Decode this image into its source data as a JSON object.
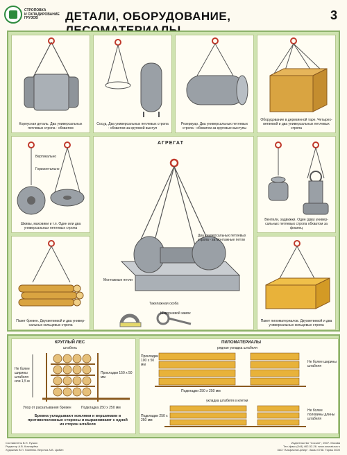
{
  "header": {
    "brand": "СТРОПОВКА\nИ СКЛАДИРОВАНИЕ\nГРУЗОВ",
    "title": "ДЕТАЛИ, ОБОРУДОВАНИЕ, ЛЕСОМАТЕРИАЛЫ",
    "page_number": "3"
  },
  "panels": {
    "body_part": "Корпусная деталь. Два универсальных петлевых стропа - обхватом",
    "vessel": "Сосуд. Два универсальных петлевых стропа - обхватом за круговой выступ",
    "tank": "Резервуар. Два универсальных петлевых стропа - обхватом за круговые выступы",
    "crate": "Оборудование в деревянной таре. Четырех-ветвевой и два универсальных петлевых стропа",
    "pulleys": "Шкивы, маховики и т.п. Один или два универсальных петлевых стропа",
    "pulleys_vertical": "Вертикально",
    "pulleys_horizontal": "Горизонтально",
    "valves": "Вентили, задвижки. Один (два) универ-сальных петлевых стропа обхватом за фланец",
    "logs": "Пакет бревен. Двухветвевой и два универ-сальных кольцевых стропа",
    "lumber": "Пакет пиломатериалов. Двухветвевой и два универсальных кольцевых стропа"
  },
  "aggregate": {
    "title": "АГРЕГАТ",
    "slings_label": "Два универсальных петлевых стропа - за монтажные петли",
    "mount_loops": "Монтажные петли",
    "shackle": "Такелажная скоба",
    "shackle_lock": "Шкворневой замок"
  },
  "bottom": {
    "round_wood_title": "КРУГЛЫЙ ЛЕС",
    "stack_label": "штабель",
    "height_limit": "Не более ширины штабеля или 1,5 м",
    "spacer": "Прокладки 150 х 50 мм",
    "stop": "Упор от раскатывания бревен",
    "base": "Подкладка 250 х 250 мм",
    "logs_rule": "Бревна укладывают комлями и вершинами в противоположные стороны и выравнивают с одной из сторон штабеля",
    "sawn_title": "ПИЛОМАТЕРИАЛЫ",
    "row_stack": "рядная укладка штабеля",
    "sawn_spacer": "Прокладки 100 х 50 мм",
    "sawn_base": "Подкладки 250 х 250 мм",
    "sawn_limit1": "Не более ширины штабеля",
    "cage_stack": "укладка штабеля в клетки",
    "sawn_base2": "Подкладки 250 х 250 мм",
    "sawn_limit2": "Не более половины длины штабеля"
  },
  "footer": {
    "left": "Составитель В.Н. Пушко\nРедактор А.В. Кочнарёва\nХудожник В.П. Гоменюк. Верстка А.В. Цыбин",
    "right": "Издательство \"Сосьют\", 2007. Москва\nТел./факс (044) 462-52-26. www.sosnatura.ru\nЗАО \"Альфасна Цобар\". Заказ 0738. Тираж 3000"
  },
  "colors": {
    "frame_green": "#cfe3b0",
    "sling_red": "#c0392b",
    "wood": "#d9a441",
    "metal": "#9aa0a6"
  }
}
